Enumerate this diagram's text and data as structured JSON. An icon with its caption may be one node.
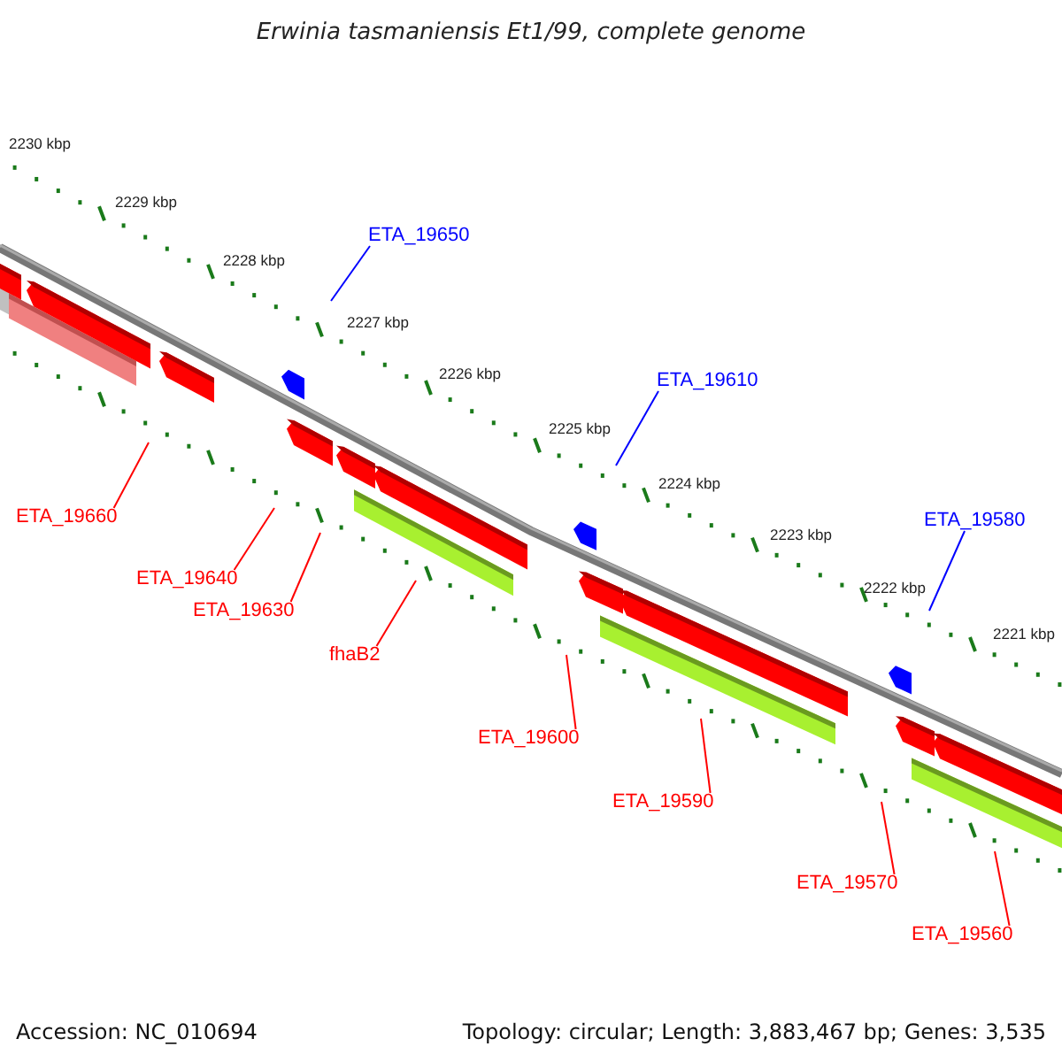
{
  "diagram": {
    "title": "Erwinia tasmaniensis Et1/99, complete genome",
    "nodes": [
      {
        "text": [
          "ETA_19650"
        ]
      },
      {
        "text": [
          "ETA_19610"
        ]
      },
      {
        "text": [
          "ETA_19660"
        ]
      },
      {
        "text": [
          "ETA_19580"
        ]
      },
      {
        "text": [
          "ETA_19640"
        ]
      },
      {
        "text": [
          "ETA_19630"
        ]
      },
      {
        "text": [
          "fhaB2"
        ]
      },
      {
        "text": [
          "ETA_19600"
        ]
      },
      {
        "text": [
          "ETA_19590"
        ]
      },
      {
        "text": [
          "ETA_19570"
        ]
      },
      {
        "text": [
          "ETA_19560"
        ]
      }
    ],
    "edges": [
      {
        "from": 0,
        "to": null,
        "arrow": "none",
        "color": "#0000ff"
      },
      {
        "from": 1,
        "to": null,
        "arrow": "none",
        "color": "#0000ff"
      },
      {
        "from": 2,
        "to": null,
        "arrow": "none"
      },
      {
        "from": 3,
        "to": null,
        "arrow": "none",
        "color": "#0000ff"
      },
      {
        "from": 4,
        "to": null,
        "arrow": "none"
      },
      {
        "from": 5,
        "to": null,
        "arrow": "none"
      },
      {
        "from": 6,
        "to": null,
        "arrow": "none"
      },
      {
        "from": 7,
        "to": null,
        "arrow": "none"
      },
      {
        "from": 8,
        "to": null,
        "arrow": "none"
      },
      {
        "from": 9,
        "to": null,
        "arrow": "none"
      },
      {
        "from": 10,
        "to": null,
        "arrow": "none"
      }
    ],
    "labels": [
      "2230 kbp",
      "2229 kbp",
      "2228 kbp",
      "2227 kbp",
      "2226 kbp",
      "2225 kbp",
      "2224 kbp",
      "2223 kbp",
      "2222 kbp",
      "2221 kbp",
      "Accession: NC_010694",
      "Topology: circular; Length: 3,883,467 bp; Genes: 3,535"
    ]
  }
}
